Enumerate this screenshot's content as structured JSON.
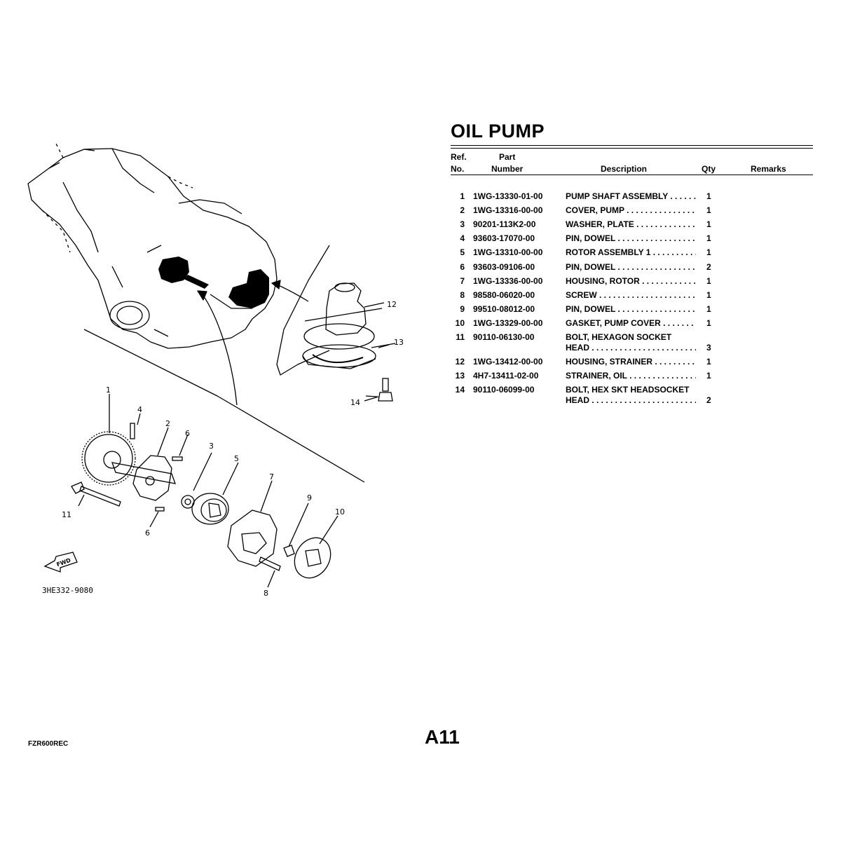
{
  "doc": {
    "title": "OIL PUMP",
    "page_number": "A11",
    "footer_code": "FZR600REC",
    "drawing_code": "3HE332-9080",
    "fwd_label": "FWD"
  },
  "table": {
    "headers": {
      "ref_line1": "Ref.",
      "ref_line2": "No.",
      "part_line1": "Part",
      "part_line2": "Number",
      "description": "Description",
      "qty": "Qty",
      "remarks": "Remarks"
    },
    "rows": [
      {
        "ref": "1",
        "part": "1WG-13330-01-00",
        "desc": "PUMP SHAFT ASSEMBLY . . . . . . . . . . . .",
        "desc2": "",
        "qty": "1"
      },
      {
        "ref": "2",
        "part": "1WG-13316-00-00",
        "desc": "COVER, PUMP . . . . . . . . . . . . . . . . . . . .",
        "desc2": "",
        "qty": "1"
      },
      {
        "ref": "3",
        "part": "90201-113K2-00",
        "desc": "WASHER, PLATE . . . . . . . . . . . . . . . . .",
        "desc2": "",
        "qty": "1"
      },
      {
        "ref": "4",
        "part": "93603-17070-00",
        "desc": "PIN, DOWEL . . . . . . . . . . . . . . . . . . . .",
        "desc2": "",
        "qty": "1"
      },
      {
        "ref": "5",
        "part": "1WG-13310-00-00",
        "desc": "ROTOR ASSEMBLY 1 . . . . . . . . . . . . . .",
        "desc2": "",
        "qty": "1"
      },
      {
        "ref": "6",
        "part": "93603-09106-00",
        "desc": "PIN, DOWEL . . . . . . . . . . . . . . . . . . . .",
        "desc2": "",
        "qty": "2"
      },
      {
        "ref": "7",
        "part": "1WG-13336-00-00",
        "desc": "HOUSING, ROTOR . . . . . . . . . . . . . . . .",
        "desc2": "",
        "qty": "1"
      },
      {
        "ref": "8",
        "part": "98580-06020-00",
        "desc": "SCREW . . . . . . . . . . . . . . . . . . . . . . . . .",
        "desc2": "",
        "qty": "1"
      },
      {
        "ref": "9",
        "part": "99510-08012-00",
        "desc": "PIN, DOWEL . . . . . . . . . . . . . . . . . . . .",
        "desc2": "",
        "qty": "1"
      },
      {
        "ref": "10",
        "part": "1WG-13329-00-00",
        "desc": "GASKET, PUMP COVER . . . . . . . . . . . .",
        "desc2": "",
        "qty": "1"
      },
      {
        "ref": "11",
        "part": "90110-06130-00",
        "desc": "BOLT, HEXAGON SOCKET",
        "desc2": "HEAD . . . . . . . . . . . . . . . . . . . . . . . . . . . .",
        "qty": "3"
      },
      {
        "ref": "12",
        "part": "1WG-13412-00-00",
        "desc": "HOUSING, STRAINER . . . . . . . . . . . . . .",
        "desc2": "",
        "qty": "1"
      },
      {
        "ref": "13",
        "part": "4H7-13411-02-00",
        "desc": "STRAINER, OIL . . . . . . . . . . . . . . . . . .",
        "desc2": "",
        "qty": "1"
      },
      {
        "ref": "14",
        "part": "90110-06099-00",
        "desc": "BOLT, HEX SKT HEADSOCKET",
        "desc2": "HEAD . . . . . . . . . . . . . . . . . . . . . . . . . . . .",
        "qty": "2"
      }
    ]
  },
  "callouts": [
    "1",
    "2",
    "3",
    "4",
    "5",
    "6",
    "6",
    "7",
    "8",
    "9",
    "10",
    "11",
    "12",
    "13",
    "14"
  ]
}
